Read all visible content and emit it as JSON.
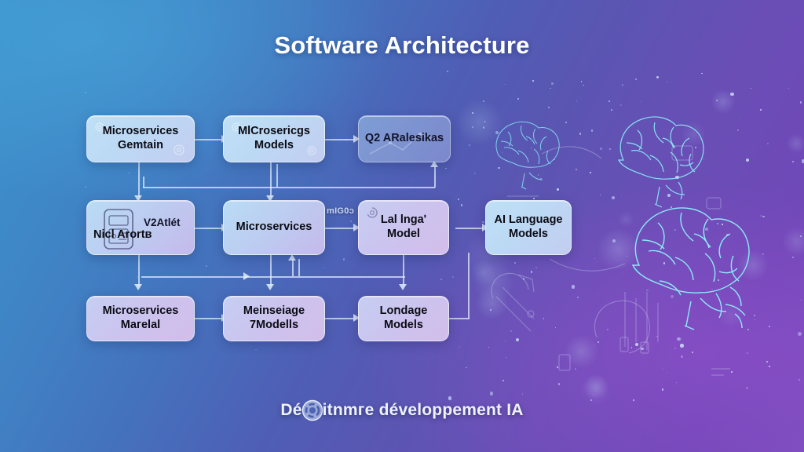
{
  "header": {
    "title": "Software Architecture"
  },
  "theme": {
    "bg_start": "#3d93cc",
    "bg_end": "#7048b8",
    "node_text": "#0b0b14",
    "connector": "#e2eefc",
    "brain_glow": "#7fe3f5",
    "title_color": "#ffffff"
  },
  "diagram": {
    "rows": [
      {
        "name": "row-1",
        "nodes": [
          {
            "label": "Microservices\nGemtain",
            "style": "n-blue",
            "icon": "gear-icon"
          },
          {
            "label": "MlCrosericgs\nModels",
            "style": "n-blue",
            "icon": "gear-icon"
          },
          {
            "label": "Q2 ARalesikas",
            "style": "n-dim",
            "icon": "chart-icon"
          }
        ]
      },
      {
        "name": "row-2",
        "nodes": [
          {
            "label": "Niсl Arortв",
            "style": "n-blupur",
            "icon": "server-icon",
            "overlay_label": "V2Atlét"
          },
          {
            "label": "Microservices",
            "style": "n-blupur",
            "icon": "none"
          },
          {
            "label": "Lal lngaʹ\nModel",
            "style": "n-lav",
            "icon": "swirl-icon"
          },
          {
            "label": "AI Language\nModels",
            "style": "n-blue",
            "icon": "none"
          }
        ]
      },
      {
        "name": "row-3",
        "nodes": [
          {
            "label": "Microservices\nMaгelal",
            "style": "n-lav",
            "icon": "none"
          },
          {
            "label": "Meinseiage\n7Modells",
            "style": "n-lav",
            "icon": "none"
          },
          {
            "label": "Loոdage\nModels",
            "style": "n-lav",
            "icon": "none"
          }
        ]
      }
    ],
    "edge_labels": [
      {
        "text": "mIG0ɔ",
        "name": "edge-label-midcall"
      }
    ]
  },
  "graphic": {
    "brains": [
      {
        "name": "brain-small-left",
        "size": "small"
      },
      {
        "name": "brain-medium-top",
        "size": "medium"
      },
      {
        "name": "brain-large-main",
        "size": "large"
      }
    ]
  },
  "footer": {
    "text_before": "Dé",
    "text_after": "itnmгe développement IA",
    "icon": "circular-logo-icon"
  }
}
